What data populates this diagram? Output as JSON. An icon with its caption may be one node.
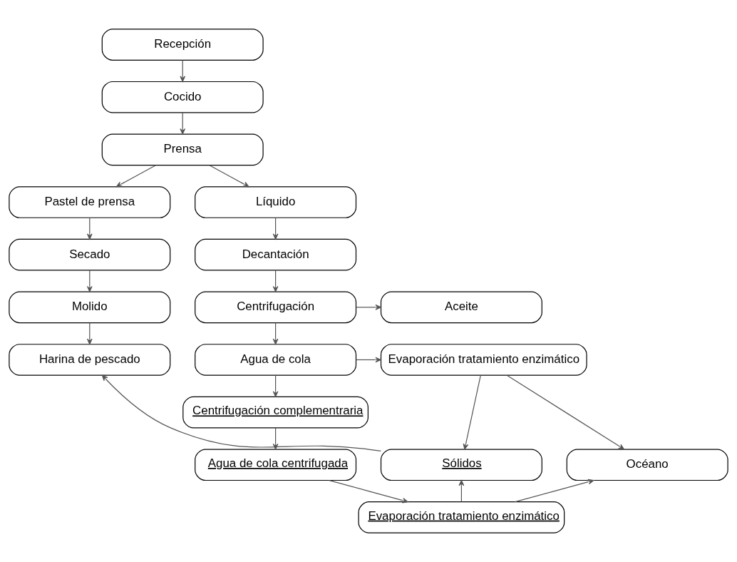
{
  "diagram": {
    "nodes": [
      {
        "text": [
          "Recepción"
        ]
      },
      {
        "text": [
          "Cocido"
        ]
      },
      {
        "text": [
          "Prensa"
        ]
      },
      {
        "text": [
          "Pastel de prensa"
        ]
      },
      {
        "text": [
          "Líquido"
        ]
      },
      {
        "text": [
          "Secado"
        ]
      },
      {
        "text": [
          "Decantación"
        ]
      },
      {
        "text": [
          "Molido"
        ]
      },
      {
        "text": [
          "Centrifugación"
        ]
      },
      {
        "text": [
          "Aceite"
        ]
      },
      {
        "text": [
          "Harina de pescado"
        ]
      },
      {
        "text": [
          "Agua de cola"
        ]
      },
      {
        "text": [
          "Evaporación tratamiento enzimático"
        ]
      },
      {
        "text": [
          "Centrifugación complementraria"
        ]
      },
      {
        "text": [
          "Sólidos"
        ]
      },
      {
        "text": [
          "Océano"
        ]
      },
      {
        "text": [
          "Agua de cola centrifugada"
        ]
      },
      {
        "text": [
          "Evaporación tratamiento enzimático"
        ]
      }
    ],
    "edges": [
      {
        "from": 0,
        "to": 1,
        "arrow": "to"
      },
      {
        "from": 1,
        "to": 2,
        "arrow": "to"
      },
      {
        "from": 2,
        "to": 3,
        "arrow": "to"
      },
      {
        "from": 2,
        "to": 4,
        "arrow": "to"
      },
      {
        "from": 3,
        "to": 5,
        "arrow": "to"
      },
      {
        "from": 5,
        "to": 7,
        "arrow": "to"
      },
      {
        "from": 7,
        "to": 10,
        "arrow": "to"
      },
      {
        "from": 4,
        "to": 6,
        "arrow": "to"
      },
      {
        "from": 6,
        "to": 8,
        "arrow": "to"
      },
      {
        "from": 8,
        "to": 9,
        "arrow": "to"
      },
      {
        "from": 8,
        "to": 11,
        "arrow": "to"
      },
      {
        "from": 11,
        "to": 12,
        "arrow": "to"
      },
      {
        "from": 12,
        "to": 15,
        "arrow": "to"
      },
      {
        "from": 11,
        "to": 13,
        "arrow": "to"
      },
      {
        "from": 13,
        "to": 16,
        "arrow": "to"
      },
      {
        "from": 16,
        "to": 17,
        "arrow": "to"
      },
      {
        "from": 17,
        "to": 14,
        "arrow": "to"
      },
      {
        "from": 17,
        "to": 15,
        "arrow": "to"
      },
      {
        "from": 12,
        "to": 14,
        "arrow": "to"
      },
      {
        "from": 14,
        "to": 10,
        "arrow": "to"
      }
    ]
  }
}
